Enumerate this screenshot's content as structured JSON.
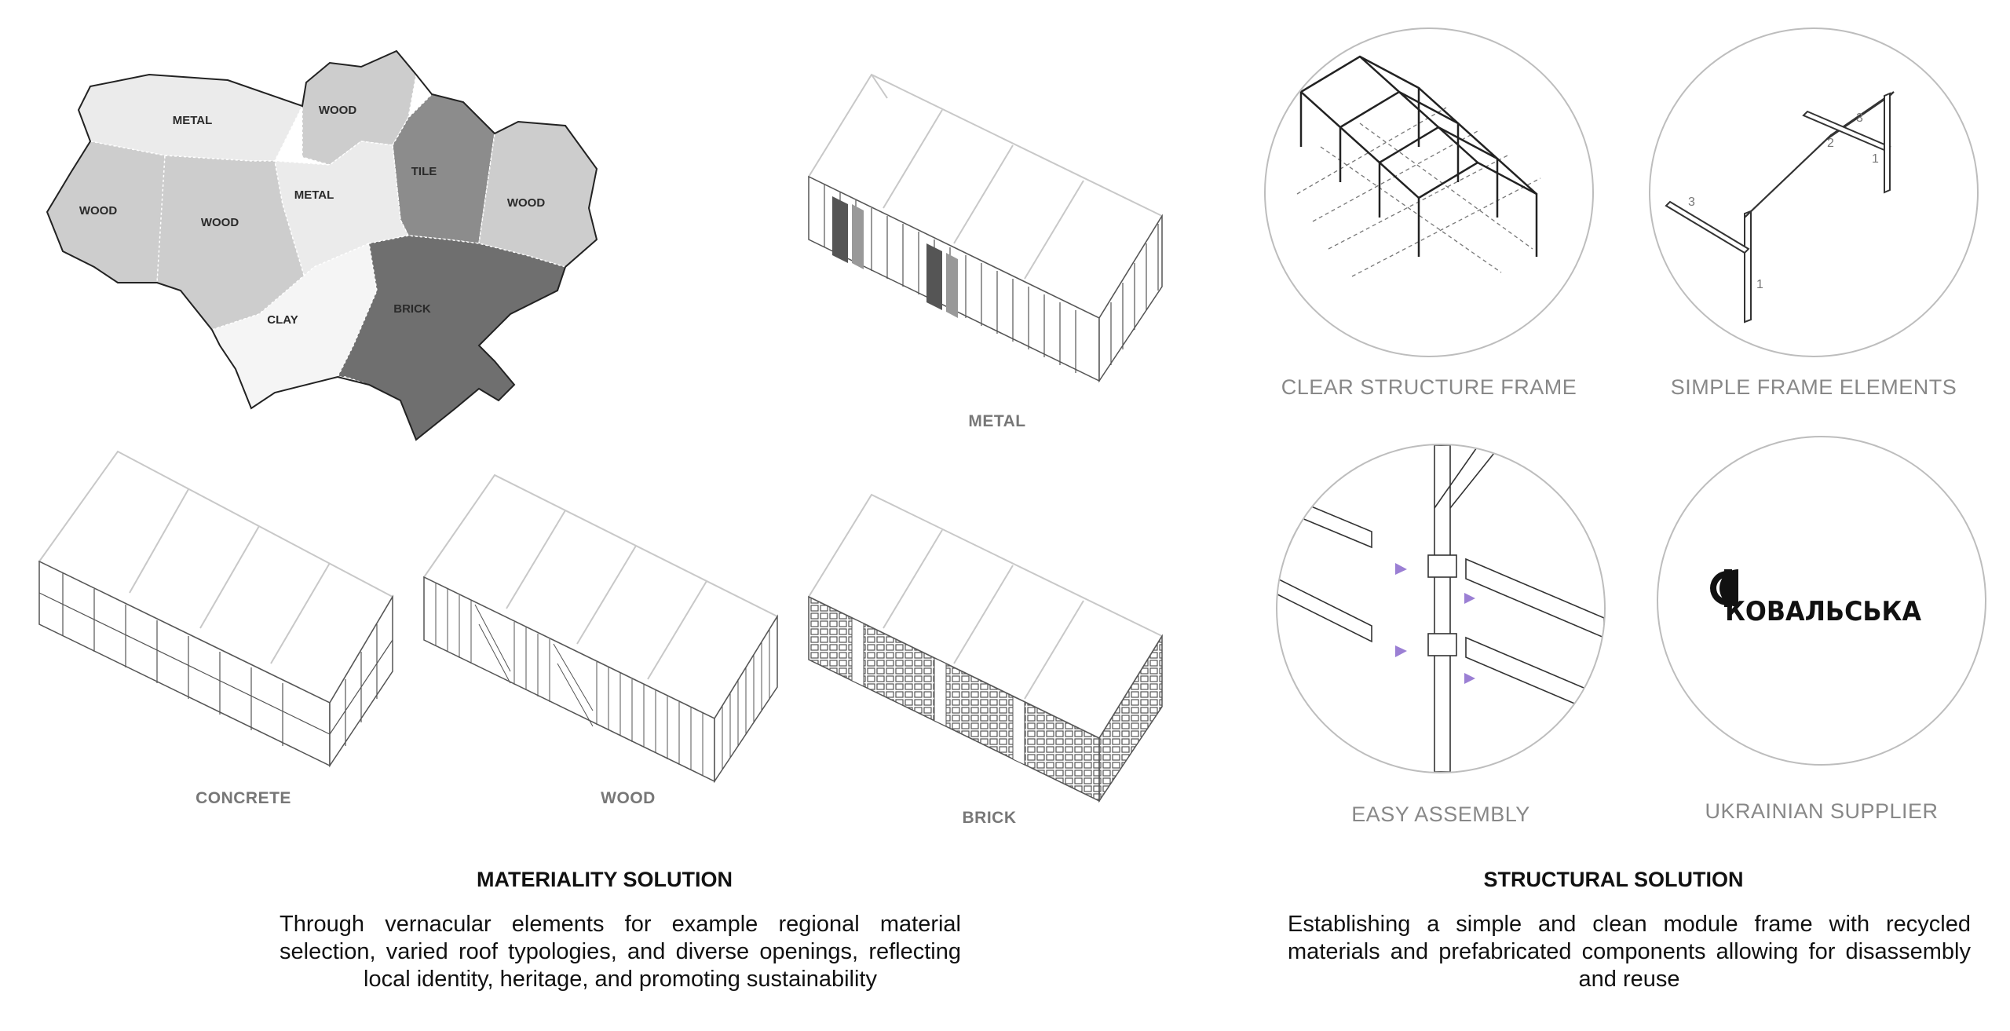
{
  "map": {
    "regions": [
      "METAL",
      "WOOD",
      "TILE",
      "WOOD",
      "WOOD",
      "WOOD",
      "METAL",
      "CLAY",
      "BRICK"
    ]
  },
  "materials": {
    "metal": "METAL",
    "concrete": "CONCRETE",
    "wood": "WOOD",
    "brick": "BRICK"
  },
  "structure": {
    "clear_frame": "CLEAR STRUCTURE FRAME",
    "simple_elements": "SIMPLE FRAME ELEMENTS",
    "easy_assembly": "EASY ASSEMBLY",
    "supplier": "UKRAINIAN SUPPLIER",
    "frame_numbers": [
      "1",
      "2",
      "3",
      "1",
      "3"
    ],
    "supplier_logo_text": "КОВАЛЬСЬКА"
  },
  "materiality": {
    "title": "MATERIALITY SOLUTION",
    "body": "Through vernacular elements for example regional material selection, varied roof typologies, and diverse openings, reflecting local identity, heritage, and promoting sustainability"
  },
  "structural": {
    "title": "STRUCTURAL SOLUTION",
    "body": "Establishing a simple and clean module frame with recycled materials and prefabricated components allowing for disassembly and reuse"
  },
  "colors": {
    "light_region": "#ebebeb",
    "mid_region": "#cdcdcd",
    "dark_region": "#8c8c8c",
    "darkest_region": "#6f6f6f",
    "connector_arrow": "#9b7fd4"
  }
}
